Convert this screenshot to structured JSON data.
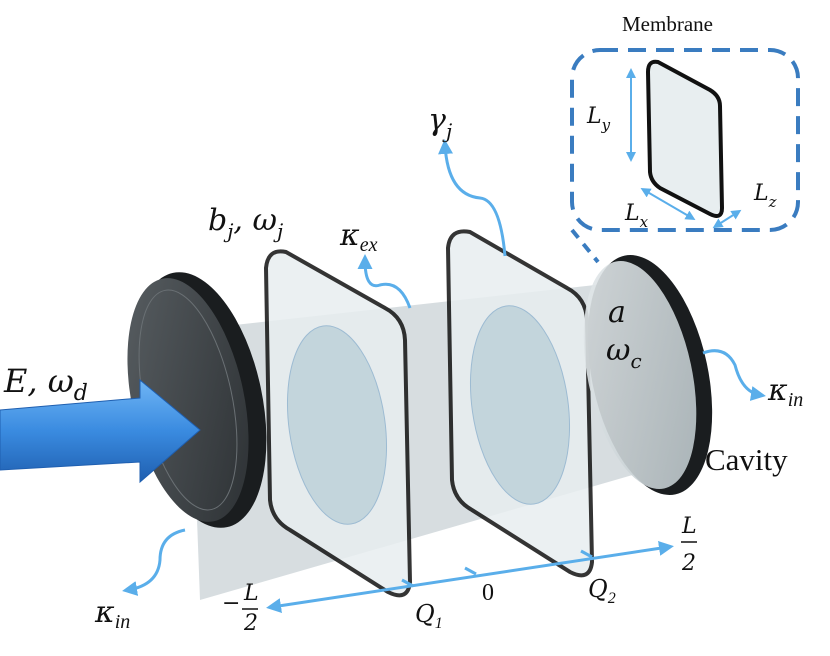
{
  "title_inset": "Membrane",
  "inset_labels": {
    "Ly": "L",
    "Ly_sub": "y",
    "Lx": "L",
    "Lx_sub": "x",
    "Lz": "L",
    "Lz_sub": "z"
  },
  "labels": {
    "drive": "E, ω",
    "drive_sub": "d",
    "membrane_mode": "b",
    "membrane_mode_sub": "j",
    "membrane_freq": ", ω",
    "membrane_freq_sub": "j",
    "kappa_ex": "κ",
    "kappa_ex_sub": "ex",
    "gamma": "γ",
    "gamma_sub": "j",
    "cavity_mode": "a",
    "cavity_freq": "ω",
    "cavity_freq_sub": "c",
    "kappa_in_right": "κ",
    "kappa_in_right_sub": "in",
    "kappa_in_left": "κ",
    "kappa_in_left_sub": "in",
    "cavity": "Cavity"
  },
  "axis": {
    "left_num": "L",
    "left_den": "2",
    "left_sign": "−",
    "right_num": "L",
    "right_den": "2",
    "zero": "0",
    "q1": "Q",
    "q1_sub": "1",
    "q2": "Q",
    "q2_sub": "2"
  },
  "colors": {
    "arrow": "#5aaeea",
    "inset_border": "#3a7cc0",
    "beam": "#2e7fd6",
    "mirror": "#3a3f42"
  }
}
